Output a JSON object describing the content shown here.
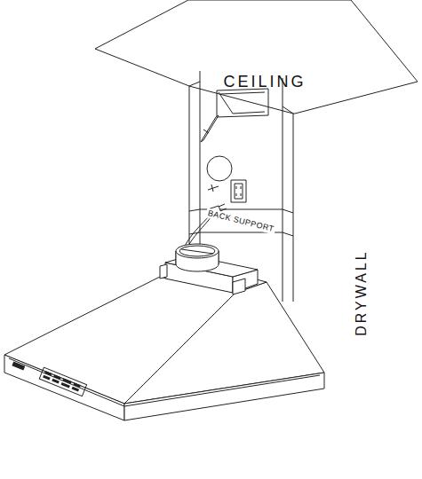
{
  "diagram": {
    "labels": [
      "CEILING",
      "BACK SUPPORT",
      "DRYWALL"
    ]
  }
}
